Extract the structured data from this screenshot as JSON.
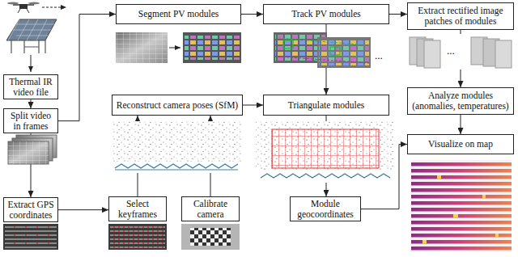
{
  "diagram": {
    "nodes": [
      {
        "text": [
          "Thermal IR video file"
        ]
      },
      {
        "text": [
          "Split video in frames"
        ]
      },
      {
        "text": [
          "Extract GPS coordinates"
        ]
      },
      {
        "text": [
          "Segment PV modules"
        ]
      },
      {
        "text": [
          "Reconstruct camera poses (SfM)"
        ]
      },
      {
        "text": [
          "Select keyframes"
        ]
      },
      {
        "text": [
          "Calibrate camera"
        ]
      },
      {
        "text": [
          "Track PV modules"
        ]
      },
      {
        "text": [
          "Triangulate modules"
        ]
      },
      {
        "text": [
          "Module geocoordinates"
        ]
      },
      {
        "text": [
          "Extract rectified image patches of modules"
        ]
      },
      {
        "text": [
          "Analyze modules (anomalies, temperatures)"
        ]
      },
      {
        "text": [
          "Visualize on map"
        ]
      }
    ],
    "edges": [
      {
        "from": 0,
        "to": 1,
        "arrow": "to"
      },
      {
        "from": 1,
        "to": 2,
        "arrow": "to"
      },
      {
        "from": 1,
        "to": 3,
        "arrow": "to"
      },
      {
        "from": 3,
        "to": 7,
        "arrow": "to"
      },
      {
        "from": 2,
        "to": 5,
        "arrow": "to"
      },
      {
        "from": 5,
        "to": 4,
        "arrow": "to"
      },
      {
        "from": 6,
        "to": 4,
        "arrow": "to"
      },
      {
        "from": 4,
        "to": 8,
        "arrow": "to"
      },
      {
        "from": 7,
        "to": 8,
        "arrow": "to"
      },
      {
        "from": 7,
        "to": 10,
        "arrow": "to"
      },
      {
        "from": 10,
        "to": 11,
        "arrow": "to"
      },
      {
        "from": 11,
        "to": 12,
        "arrow": "to"
      },
      {
        "from": 8,
        "to": 9,
        "arrow": "to"
      },
      {
        "from": 9,
        "to": 12,
        "arrow": "to"
      }
    ],
    "labels": [
      "...",
      "..."
    ]
  }
}
